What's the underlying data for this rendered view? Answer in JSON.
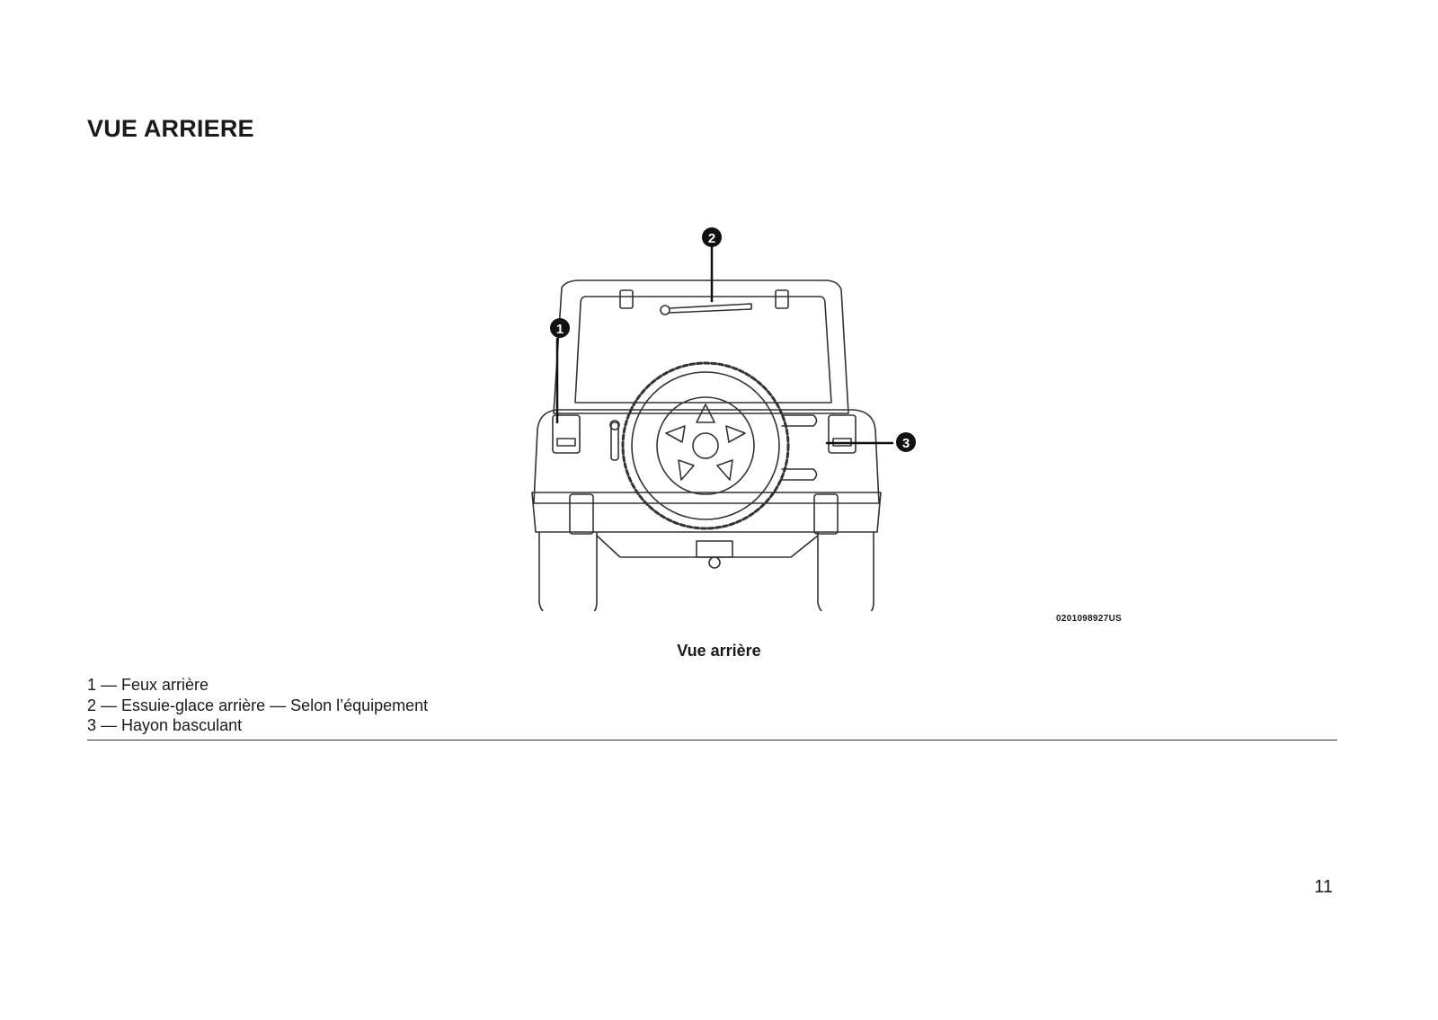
{
  "page": {
    "title": "VUE ARRIERE",
    "number": "11"
  },
  "figure": {
    "image_code": "0201098927US",
    "caption": "Vue arrière",
    "callouts": [
      "1",
      "2",
      "3"
    ]
  },
  "legend": [
    "1 — Feux arrière",
    "2 — Essuie-glace arrière — Selon l’équipement",
    "3 — Hayon basculant"
  ]
}
